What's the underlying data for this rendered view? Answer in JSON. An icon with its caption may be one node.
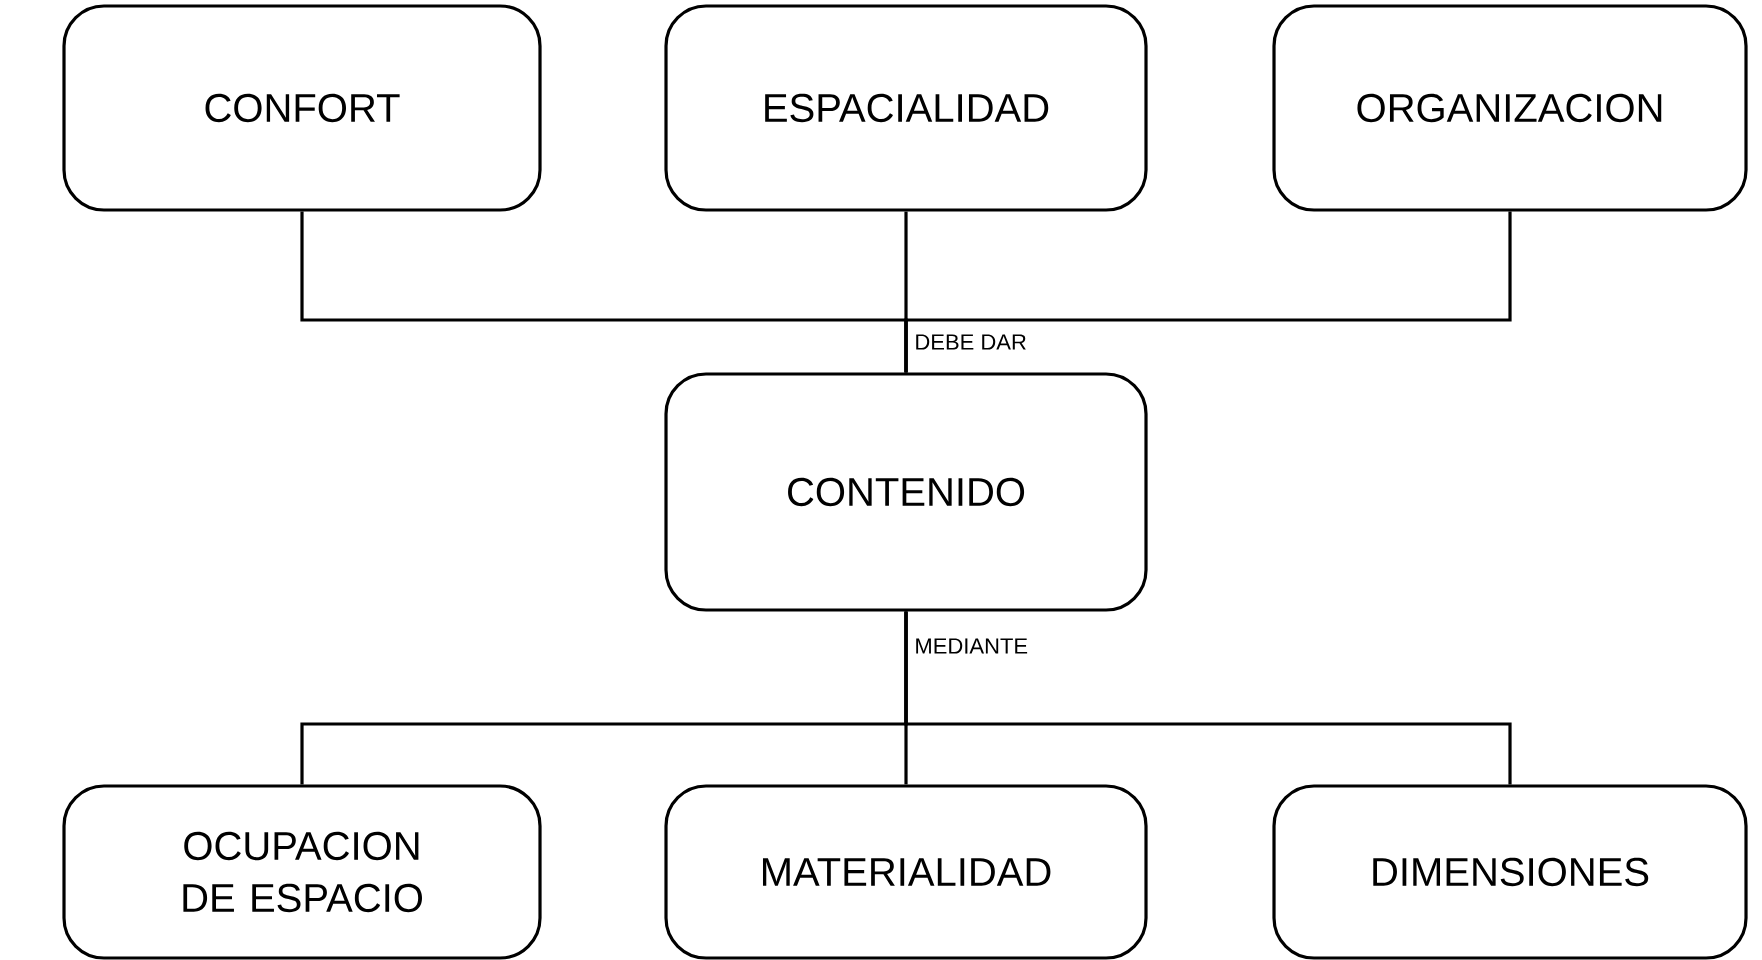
{
  "diagram": {
    "nodes": [
      {
        "text": [
          "CONFORT"
        ]
      },
      {
        "text": [
          "ESPACIALIDAD"
        ]
      },
      {
        "text": [
          "ORGANIZACION"
        ]
      },
      {
        "text": [
          "CONTENIDO"
        ]
      },
      {
        "text": [
          "OCUPACION DE ESPACIO"
        ]
      },
      {
        "text": [
          "MATERIALIDAD"
        ]
      },
      {
        "text": [
          "DIMENSIONES"
        ]
      }
    ],
    "edges": [
      {
        "from": 0,
        "to": 3,
        "arrow": "none"
      },
      {
        "from": 1,
        "to": 3,
        "arrow": "none",
        "label": "DEBE DAR"
      },
      {
        "from": 2,
        "to": 3,
        "arrow": "none"
      },
      {
        "from": 3,
        "to": 4,
        "arrow": "none"
      },
      {
        "from": 3,
        "to": 5,
        "arrow": "none",
        "label": "MEDIANTE"
      },
      {
        "from": 3,
        "to": 6,
        "arrow": "none"
      }
    ]
  }
}
